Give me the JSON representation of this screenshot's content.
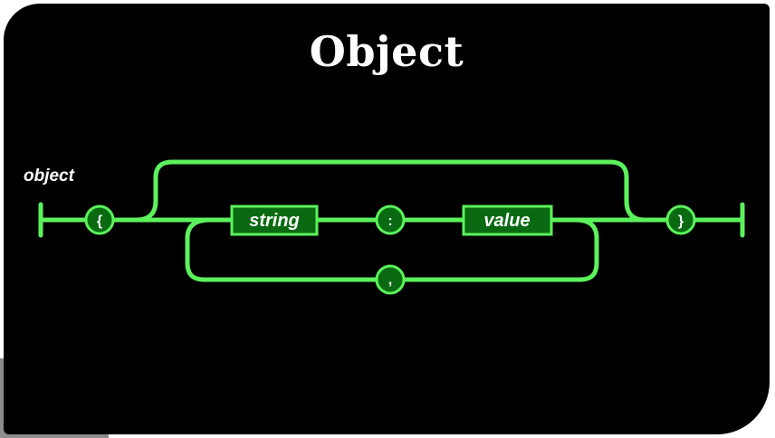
{
  "slide": {
    "title": "Object",
    "diagram_label": "object"
  },
  "diagram": {
    "colors": {
      "background": "#000000",
      "track": "#5cf25c",
      "node_fill": "#0a6a12",
      "text": "#ffffff"
    },
    "nodes": {
      "open_brace": "{",
      "string": "string",
      "colon": ":",
      "value": "value",
      "comma": ",",
      "close_brace": "}"
    }
  }
}
